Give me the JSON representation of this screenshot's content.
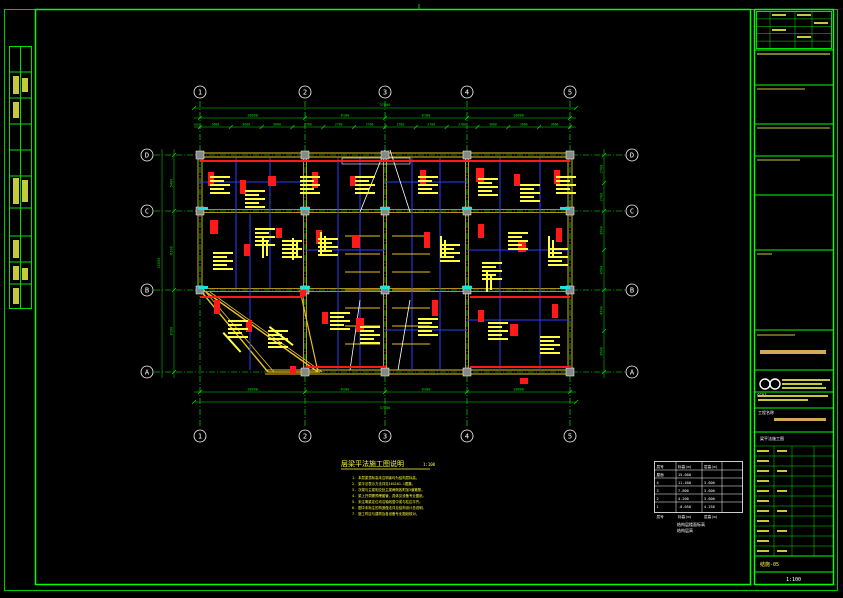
{
  "grid": {
    "columns": [
      "1",
      "2",
      "3",
      "4",
      "5"
    ],
    "rows": [
      "D",
      "C",
      "B",
      "A"
    ]
  },
  "dimensions": {
    "top_total": "37800",
    "top_spans": [
      "10800",
      "8100",
      "8100",
      "10800"
    ],
    "top_sub": [
      "3600",
      "3600",
      "3600",
      "2700",
      "2700",
      "2700",
      "2700",
      "2700",
      "2700",
      "3600",
      "3600",
      "3600"
    ],
    "bottom_total": "37800",
    "bottom_spans": [
      "10800",
      "8100",
      "8100",
      "10800"
    ],
    "left_total": "21600",
    "left_spans": [
      "5400",
      "8100",
      "8100"
    ],
    "right_spans": [
      "2700",
      "2700",
      "3600",
      "4500",
      "4500",
      "3600"
    ],
    "edge_offset": "300"
  },
  "notes": {
    "title": "层梁平法施工图说明",
    "scale": "1:100",
    "lines": [
      "1. 本层梁顶标高未注明者均为结构层标高。",
      "2. 梁平法表示方法详见16G101-1图集。",
      "3. 次梁与主梁相交处主梁两侧各附加3道箍筋。",
      "4. 梁上开洞需预埋套管，具体见设备专业图纸。",
      "5. 未注明梁定位均沿轴线居中或与柱边平齐。",
      "6. 图中未标注的构造做法详见结构设计总说明。",
      "7. 施工时应与建筑及各设备专业图纸核对。"
    ]
  },
  "level_table": {
    "headers": [
      "层号",
      "标高(m)",
      "层高(m)"
    ],
    "rows": [
      [
        "屋面",
        "15.000",
        ""
      ],
      [
        "4",
        "11.400",
        "3.600"
      ],
      [
        "3",
        "7.800",
        "3.600"
      ],
      [
        "2",
        "4.200",
        "3.600"
      ],
      [
        "1",
        "-0.050",
        "4.250"
      ]
    ],
    "footer": [
      "层号",
      "标高(m)",
      "层高(m)"
    ],
    "caption": "结构层楼面标高",
    "caption2": "结构层高"
  },
  "title_block": {
    "company_logo": "CCDI",
    "project_caption": "工程名称",
    "drawing_name": "梁平法施工图",
    "drawing_no": "结施-05",
    "scale_text": "1:100"
  },
  "colors": {
    "frame": "#00e000",
    "axis": "#00ff00",
    "column": "#ff1a1a",
    "beam": "#ffdd00",
    "beam_hidden": "#2b3bff",
    "label": "#ffff40",
    "dim": "#00e000",
    "white": "#ffffff",
    "magenta": "#ff40ff",
    "cyan": "#20e0e0"
  }
}
